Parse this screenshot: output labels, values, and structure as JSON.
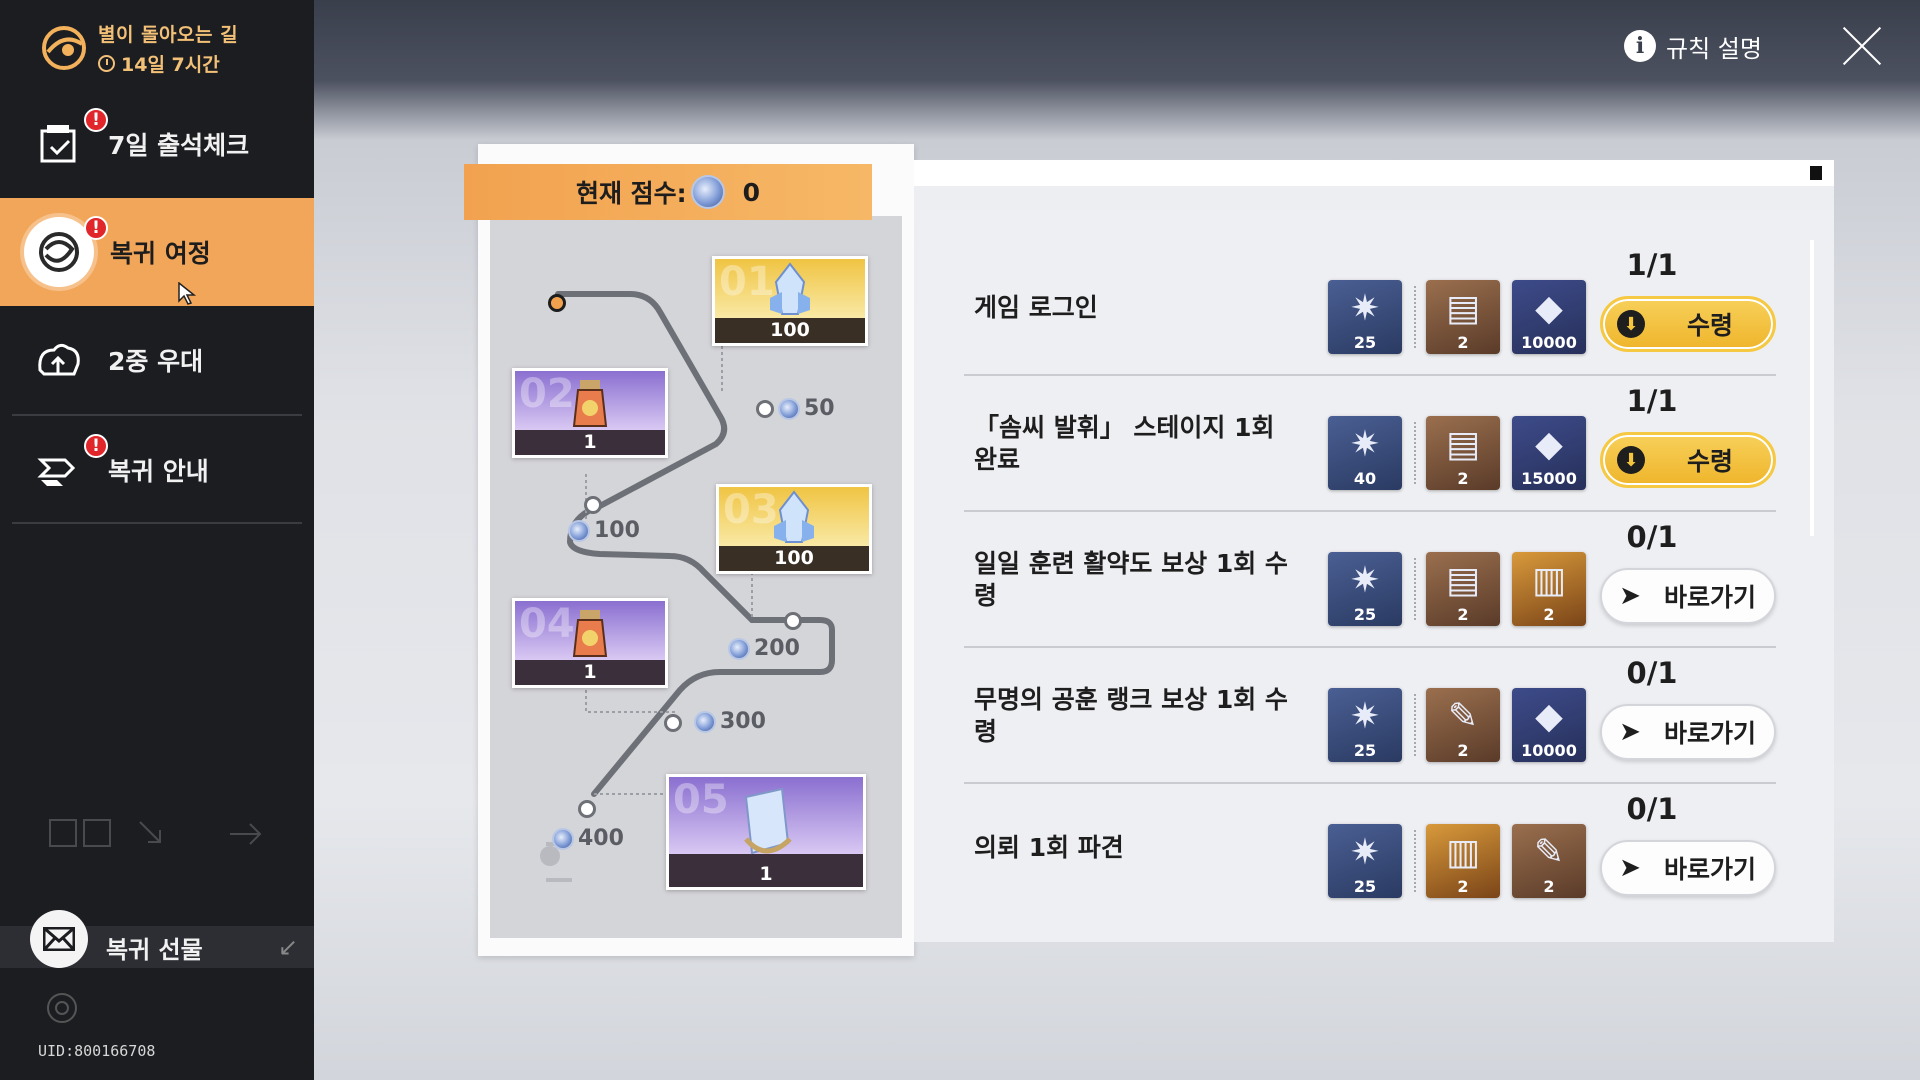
{
  "event": {
    "title": "별이 돌아오는 길",
    "time_left": "14일 7시간"
  },
  "sidebar": {
    "items": [
      {
        "label": "7일 출석체크",
        "icon": "calendar-check-icon",
        "alert": true
      },
      {
        "label": "복귀 여정",
        "icon": "journey-swirl-icon",
        "alert": true,
        "active": true
      },
      {
        "label": "2중 우대",
        "icon": "double-bonus-icon",
        "alert": false
      },
      {
        "label": "복귀 안내",
        "icon": "guide-arrow-icon",
        "alert": true
      }
    ],
    "gift_label": "복귀 선물",
    "uid": "UID:800166708",
    "alert_symbol": "!"
  },
  "topbar": {
    "rules_label": "규칙 설명",
    "info_symbol": "i"
  },
  "score": {
    "label": "현재 점수:",
    "value": "0"
  },
  "journey": {
    "rewards": [
      {
        "index": "01",
        "qty": "100",
        "style": "gold",
        "icon": "crystal-icon"
      },
      {
        "index": "02",
        "qty": "1",
        "style": "purple",
        "icon": "potion-flask-icon"
      },
      {
        "index": "03",
        "qty": "100",
        "style": "gold",
        "icon": "crystal-icon"
      },
      {
        "index": "04",
        "qty": "1",
        "style": "purple",
        "icon": "potion-flask-icon"
      },
      {
        "index": "05",
        "qty": "1",
        "style": "purple",
        "icon": "prism-crystal-icon"
      }
    ],
    "milestones": [
      "50",
      "100",
      "200",
      "300",
      "400"
    ]
  },
  "tasks": [
    {
      "title": "게임 로그인",
      "items": [
        {
          "qty": "25",
          "style": "blue"
        },
        {
          "qty": "2",
          "style": "brown"
        },
        {
          "qty": "10000",
          "style": "violet"
        }
      ],
      "progress": "1/1",
      "action": "수령",
      "action_type": "claim"
    },
    {
      "title": "「솜씨 발휘」 스테이지 1회 완료",
      "items": [
        {
          "qty": "40",
          "style": "blue"
        },
        {
          "qty": "2",
          "style": "brown"
        },
        {
          "qty": "15000",
          "style": "violet"
        }
      ],
      "progress": "1/1",
      "action": "수령",
      "action_type": "claim"
    },
    {
      "title": "일일 훈련 활약도 보상 1회 수령",
      "items": [
        {
          "qty": "25",
          "style": "blue"
        },
        {
          "qty": "2",
          "style": "brown"
        },
        {
          "qty": "2",
          "style": "gold"
        }
      ],
      "progress": "0/1",
      "action": "바로가기",
      "action_type": "goto"
    },
    {
      "title": "무명의 공훈 랭크 보상 1회 수령",
      "items": [
        {
          "qty": "25",
          "style": "blue"
        },
        {
          "qty": "2",
          "style": "brown"
        },
        {
          "qty": "10000",
          "style": "violet"
        }
      ],
      "progress": "0/1",
      "action": "바로가기",
      "action_type": "goto"
    },
    {
      "title": "의뢰 1회 파견",
      "items": [
        {
          "qty": "25",
          "style": "blue"
        },
        {
          "qty": "2",
          "style": "gold"
        },
        {
          "qty": "2",
          "style": "brown"
        }
      ],
      "progress": "0/1",
      "action": "바로가기",
      "action_type": "goto"
    }
  ],
  "colors": {
    "accent": "#f2a65a",
    "claim_button": "#f5c53e",
    "alert": "#e0262b",
    "sidebar_bg": "#1b1d21"
  }
}
